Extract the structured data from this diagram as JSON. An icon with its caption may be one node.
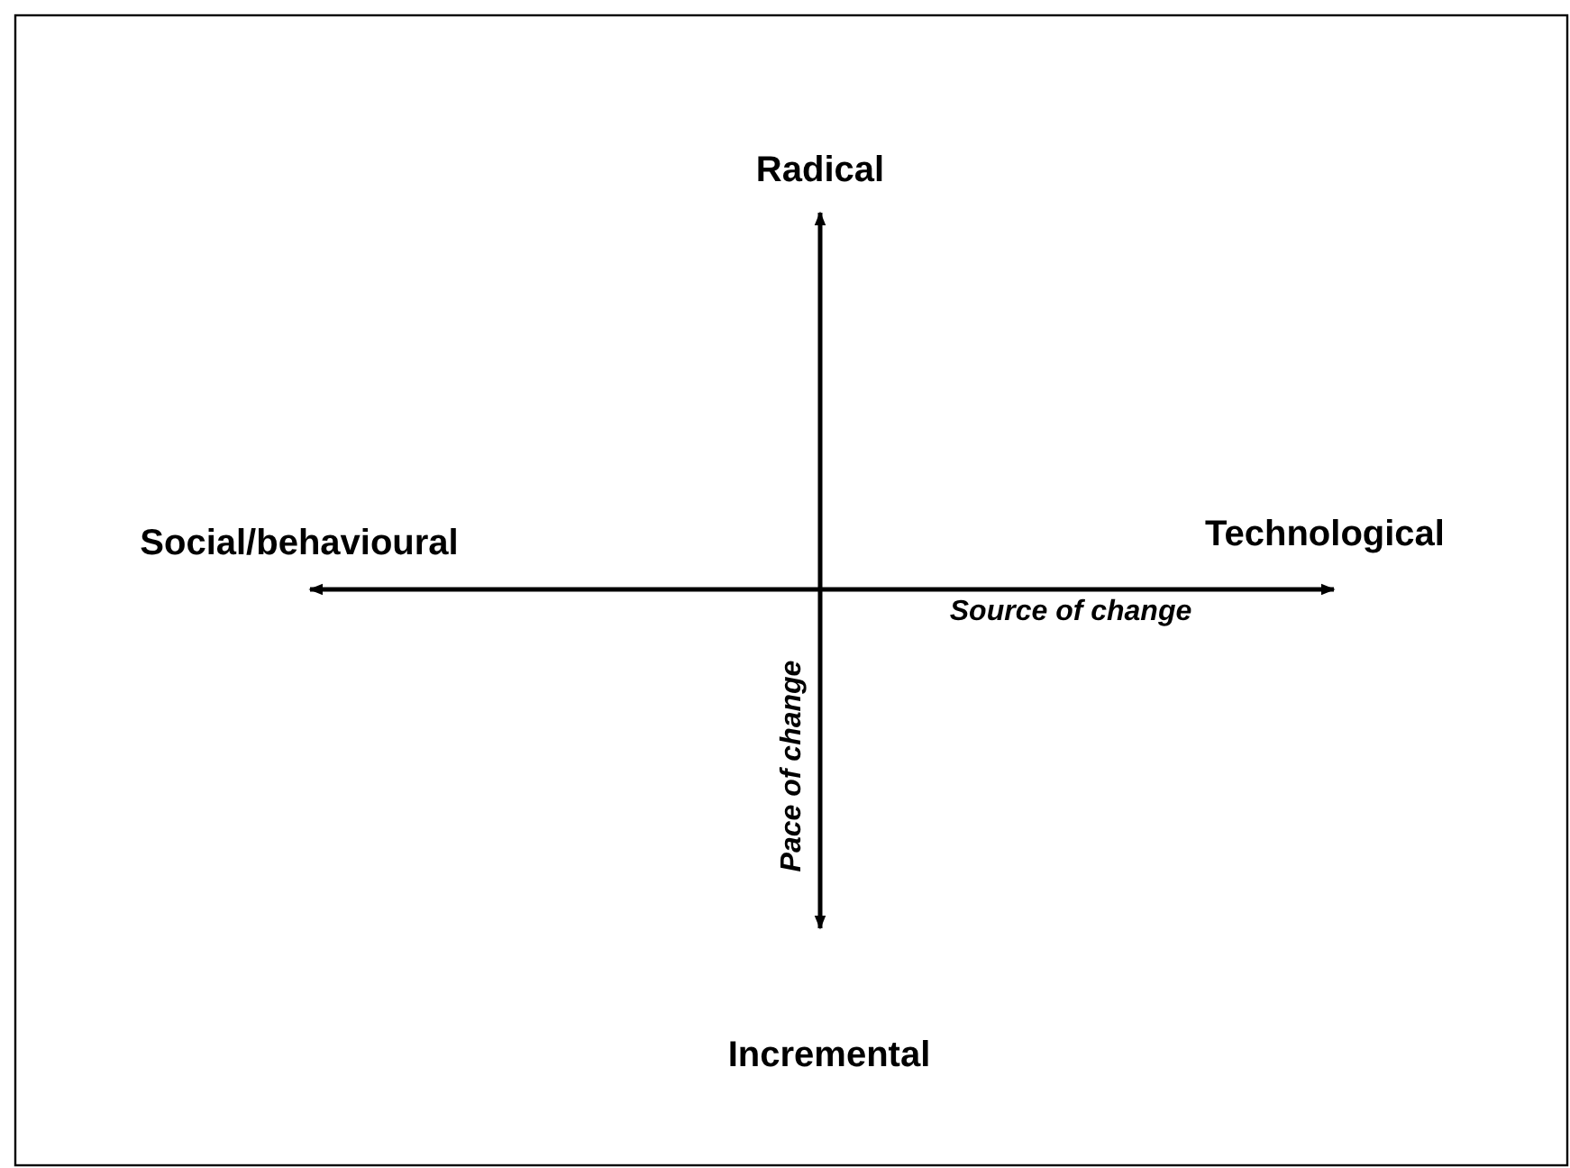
{
  "diagram": {
    "labels": [
      "Radical",
      "Social/behavioural",
      "Technological",
      "Source of change",
      "Pace of change",
      "Incremental"
    ]
  }
}
